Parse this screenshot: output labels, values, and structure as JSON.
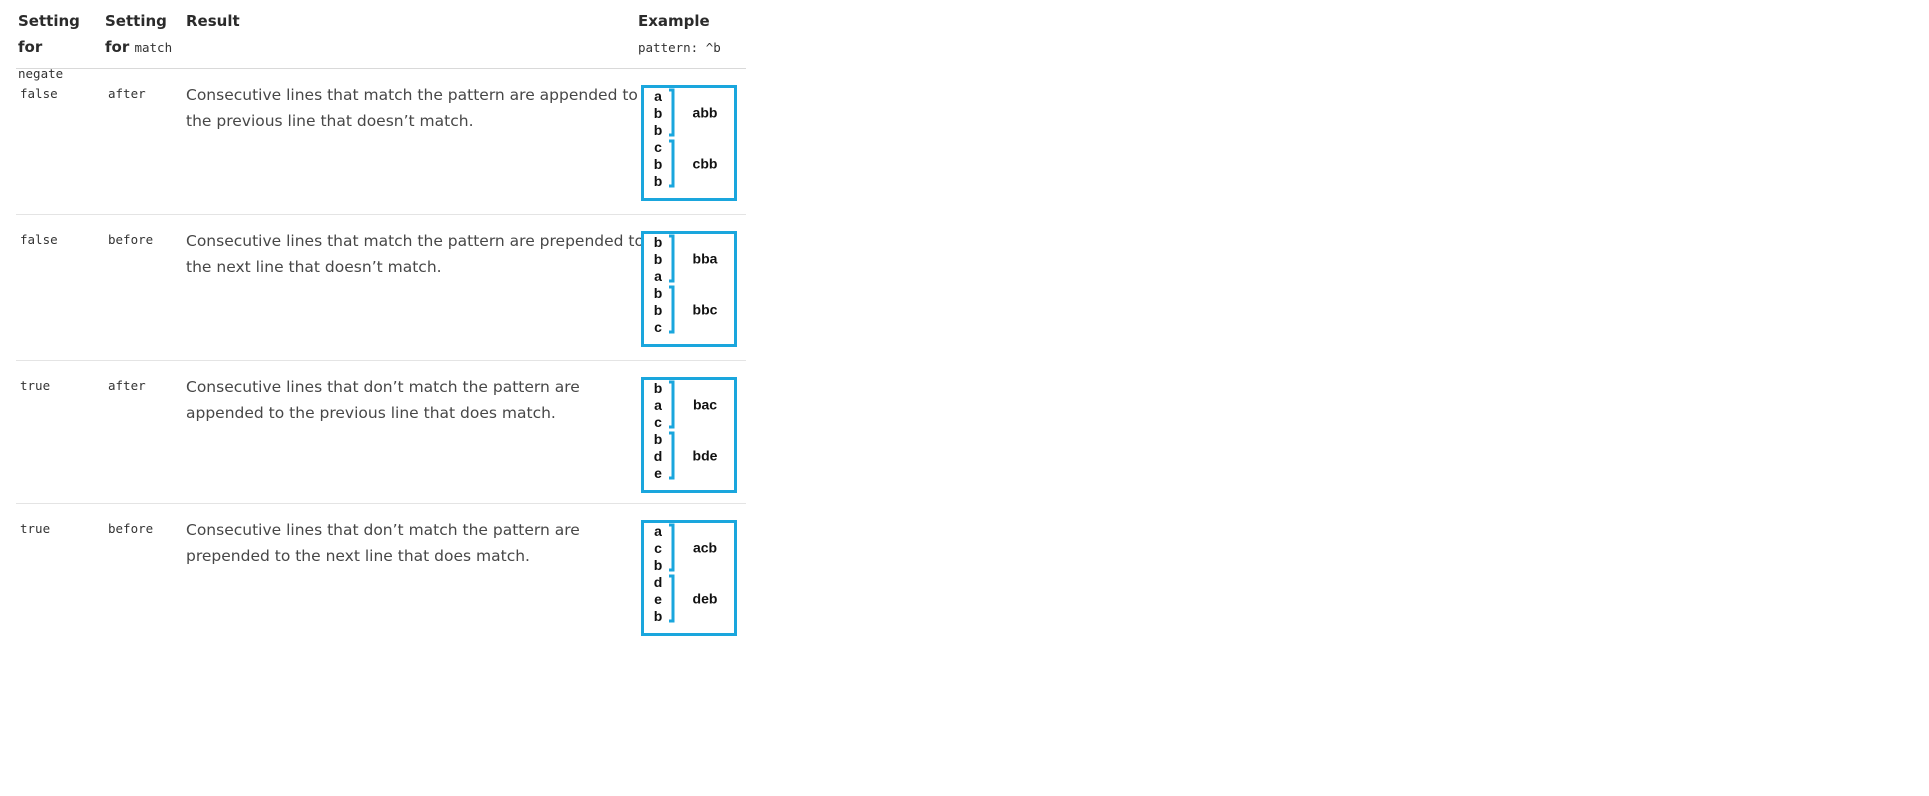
{
  "header": {
    "col1_line1": "Setting for",
    "col1_code": "negate",
    "col2_line1": "Setting",
    "col2_line2": "for",
    "col2_code": "match",
    "col3": "Result",
    "col4_line1": "Example",
    "col4_code": "pattern: ^b"
  },
  "rows": [
    {
      "negate": "false",
      "match": "after",
      "result_line1": "Consecutive lines that match the pattern are appended to",
      "result_line2": "the previous line that doesn’t match.",
      "example": {
        "lines": [
          "a",
          "b",
          "b",
          "c",
          "b",
          "b"
        ],
        "groups": [
          "abb",
          "cbb"
        ],
        "accent": "#1aa6dd"
      }
    },
    {
      "negate": "false",
      "match": "before",
      "result_line1": "Consecutive lines that match the pattern are prepended to",
      "result_line2": "the next line that doesn’t match.",
      "example": {
        "lines": [
          "b",
          "b",
          "a",
          "b",
          "b",
          "c"
        ],
        "groups": [
          "bba",
          "bbc"
        ],
        "accent": "#1aa6dd"
      }
    },
    {
      "negate": "true",
      "match": "after",
      "result_line1": "Consecutive lines that don’t match the pattern are",
      "result_line2": "appended to the previous line that does match.",
      "example": {
        "lines": [
          "b",
          "a",
          "c",
          "b",
          "d",
          "e"
        ],
        "groups": [
          "bac",
          "bde"
        ],
        "accent": "#1aa6dd"
      }
    },
    {
      "negate": "true",
      "match": "before",
      "result_line1": "Consecutive lines that don’t match the pattern are",
      "result_line2": "prepended to the next line that does match.",
      "example": {
        "lines": [
          "a",
          "c",
          "b",
          "d",
          "e",
          "b"
        ],
        "groups": [
          "acb",
          "deb"
        ],
        "accent": "#1aa6dd"
      }
    }
  ]
}
